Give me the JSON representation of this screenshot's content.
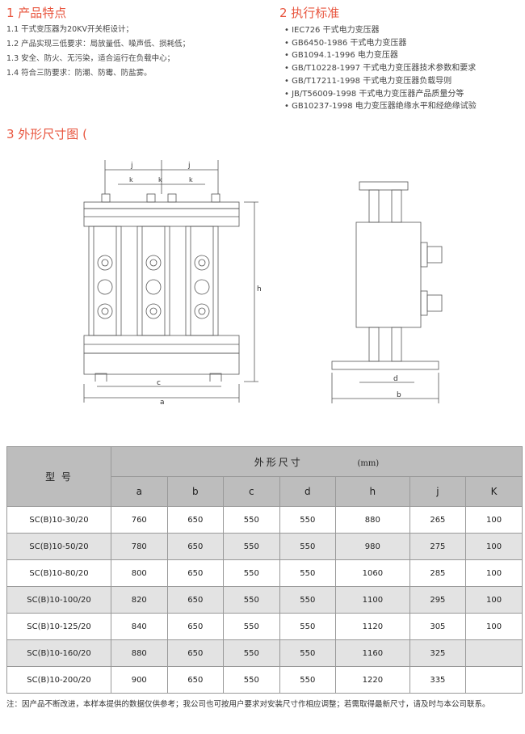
{
  "features": {
    "title": "1 产品特点",
    "items": [
      "1.1  干式变压器为20KV开关柜设计；",
      "1.2  产品实现三低要求：局放量低、噪声低、损耗低；",
      "1.3  安全、防火、无污染，适合运行在负载中心；",
      "1.4  符合三防要求：防潮、防霉、防盐雾。"
    ]
  },
  "standards": {
    "title": "2 执行标准",
    "items": [
      "IEC726 干式电力变压器",
      "GB6450-1986 干式电力变压器",
      "GB1094.1-1996 电力变压器",
      "GB/T10228-1997 干式电力变压器技术参数和要求",
      "GB/T17211-1998 干式电力变压器负载导则",
      "JB/T56009-1998 干式电力变压器产品质量分等",
      "GB10237-1998 电力变压器绝缘水平和经绝缘试验"
    ]
  },
  "dimensions_section": {
    "title": "3 外形尺寸图 (",
    "front_labels": {
      "j1": "j",
      "j2": "j",
      "k1": "k",
      "k2": "k",
      "k3": "k",
      "h": "h",
      "c": "c",
      "a": "a"
    },
    "side_labels": {
      "d": "d",
      "b": "b"
    }
  },
  "table": {
    "model_header": "型  号",
    "group_header": "外形尺寸",
    "unit": "(mm)",
    "columns": [
      "a",
      "b",
      "c",
      "d",
      "h",
      "j",
      "K"
    ],
    "rows": [
      [
        "SC(B)10-30/20",
        "760",
        "650",
        "550",
        "550",
        "880",
        "265",
        "100"
      ],
      [
        "SC(B)10-50/20",
        "780",
        "650",
        "550",
        "550",
        "980",
        "275",
        "100"
      ],
      [
        "SC(B)10-80/20",
        "800",
        "650",
        "550",
        "550",
        "1060",
        "285",
        "100"
      ],
      [
        "SC(B)10-100/20",
        "820",
        "650",
        "550",
        "550",
        "1100",
        "295",
        "100"
      ],
      [
        "SC(B)10-125/20",
        "840",
        "650",
        "550",
        "550",
        "1120",
        "305",
        "100"
      ],
      [
        "SC(B)10-160/20",
        "880",
        "650",
        "550",
        "550",
        "1160",
        "325",
        ""
      ],
      [
        "SC(B)10-200/20",
        "900",
        "650",
        "550",
        "550",
        "1220",
        "335",
        ""
      ]
    ]
  },
  "note": "注：因产品不断改进，本样本提供的数据仅供参考；我公司也可按用户要求对安装尺寸作相应调整；若需取得最新尺寸，请及时与本公司联系。",
  "colors": {
    "heading": "#e8553e",
    "header_bg": "#bdbdbd",
    "row_shade": "#e3e3e3"
  }
}
